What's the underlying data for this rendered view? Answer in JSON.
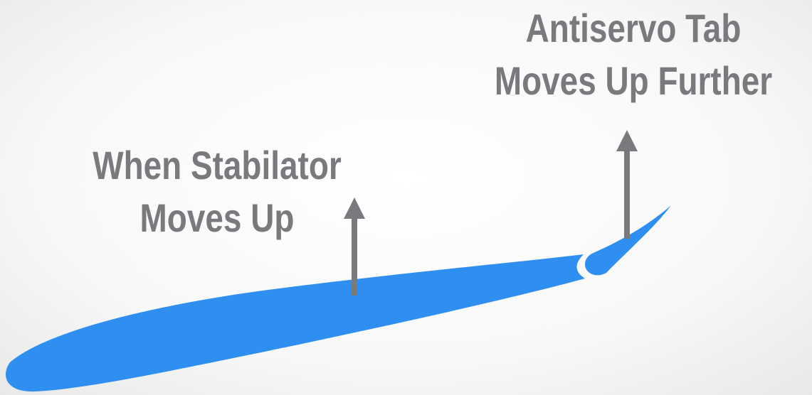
{
  "labels": {
    "stabilator": {
      "line1": "When Stabilator",
      "line2": "Moves Up"
    },
    "tab": {
      "line1": "Antiservo Tab",
      "line2": "Moves Up Further"
    }
  },
  "colors": {
    "airfoil": "#2f8ff0",
    "arrow": "#7a7a7e",
    "text": "#7a7a7e",
    "background": "#ffffff"
  }
}
